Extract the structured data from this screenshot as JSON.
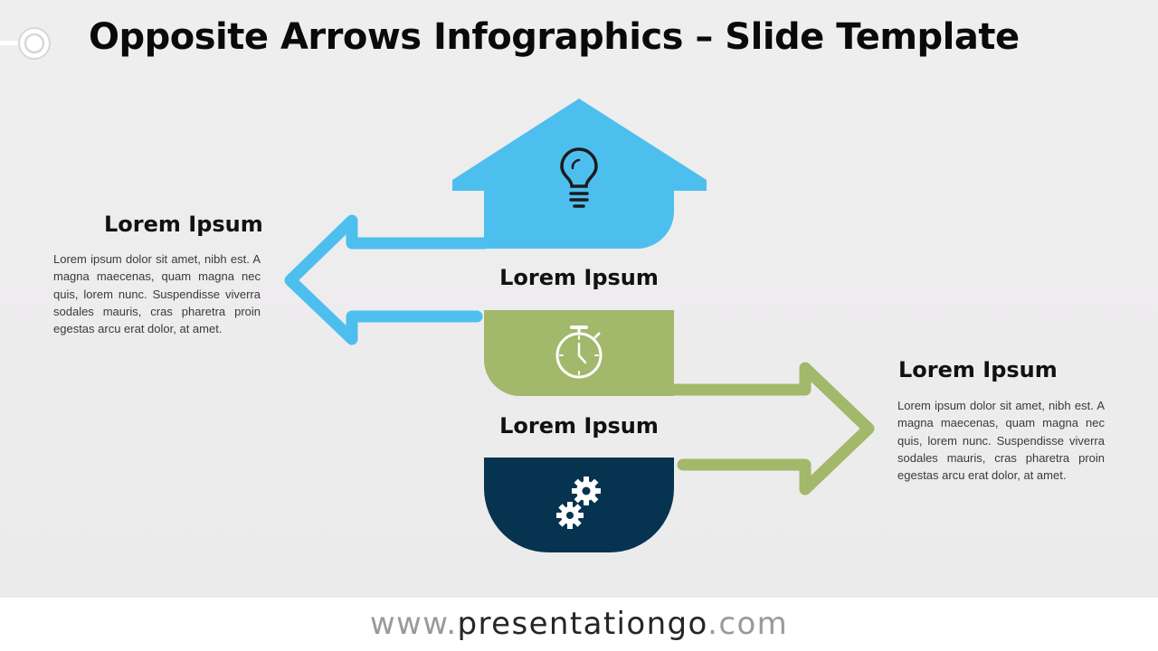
{
  "slide": {
    "title": "Opposite Arrows Infographics – Slide Template"
  },
  "colors": {
    "blue": "#4dbfef",
    "green": "#a2b86a",
    "navy": "#063350",
    "icon_dark": "#1b1b1b",
    "icon_light": "#ffffff"
  },
  "left_block": {
    "heading": "Lorem Ipsum",
    "body": "Lorem ipsum dolor sit amet, nibh est. A magna maecenas, quam magna nec quis, lorem nunc. Suspendisse viverra sodales mauris, cras pharetra proin egestas arcu erat dolor, at amet."
  },
  "center_block_1": {
    "heading": "Lorem Ipsum"
  },
  "center_block_2": {
    "heading": "Lorem Ipsum"
  },
  "right_block": {
    "heading": "Lorem Ipsum",
    "body": "Lorem ipsum dolor sit amet, nibh est. A magna maecenas, quam magna nec quis, lorem nunc. Suspendisse viverra sodales mauris, cras pharetra proin egestas arcu erat dolor, at amet."
  },
  "icons": {
    "top": "lightbulb-icon",
    "middle": "stopwatch-icon",
    "bottom": "gears-icon"
  },
  "footer": {
    "prefix": "www.",
    "brand": "presentationgo",
    "suffix": ".com"
  }
}
